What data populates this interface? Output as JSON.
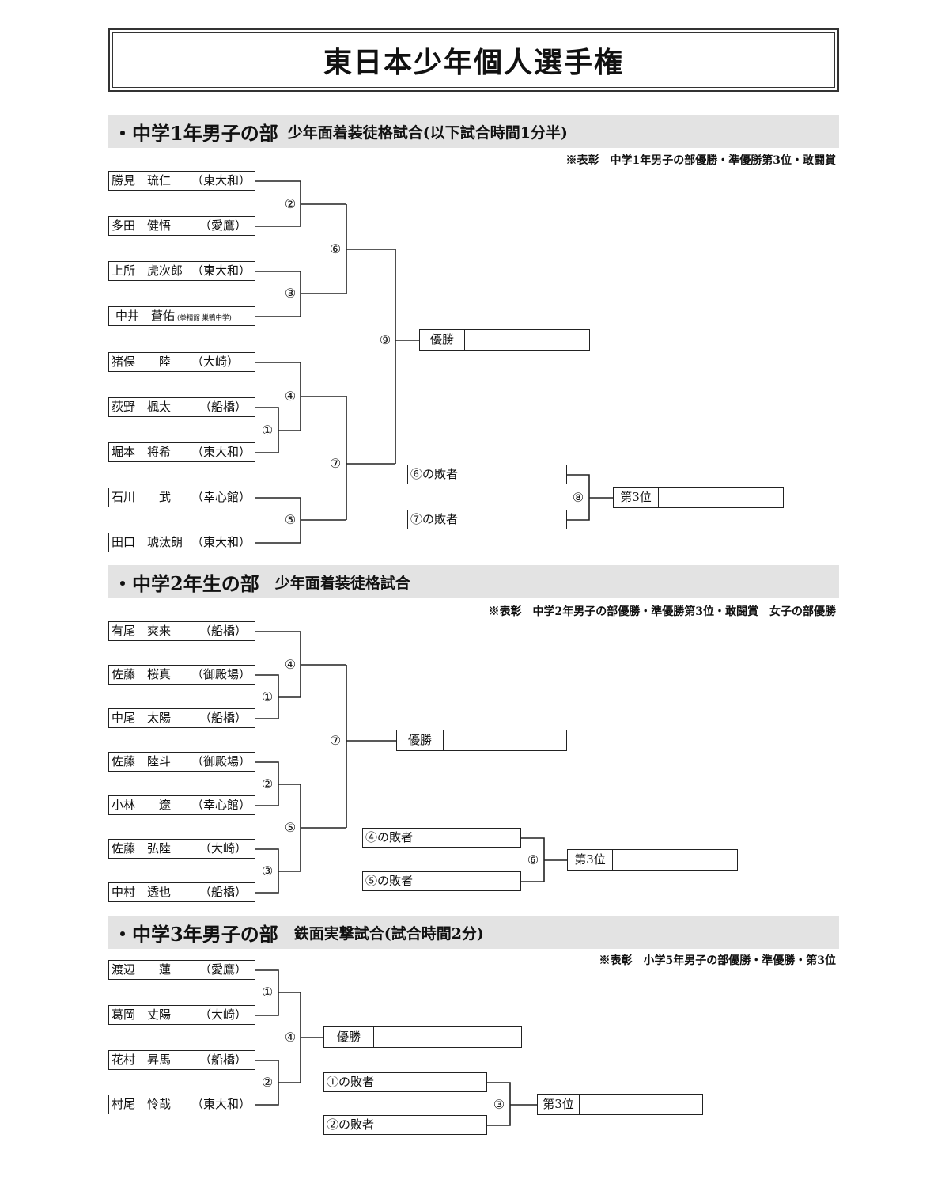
{
  "title": "東日本少年個人選手権",
  "sections": [
    {
      "bullet": "・",
      "heading": "中学1年男子の部",
      "subheading": "少年面着装徒格試合(以下試合時間1分半)",
      "award": "※表彰　中学1年男子の部優勝・準優勝第3位・敢闘賞",
      "players": [
        {
          "name": "勝見　琉仁",
          "team": "（東大和）"
        },
        {
          "name": "多田　健悟",
          "team": "（愛鷹）"
        },
        {
          "name": "上所　虎次郎",
          "team": "（東大和）"
        },
        {
          "name": "中井　蒼佑",
          "team": "(拳精館 巣鴨中学)"
        },
        {
          "name": "猪俣　　陸",
          "team": "（大崎）"
        },
        {
          "name": "荻野　楓太",
          "team": "（船橋）"
        },
        {
          "name": "堀本　将希",
          "team": "（東大和）"
        },
        {
          "name": "石川　　武",
          "team": "（幸心館）"
        },
        {
          "name": "田口　琥汰朗",
          "team": "（東大和）"
        }
      ],
      "matches": [
        "①",
        "②",
        "③",
        "④",
        "⑤",
        "⑥",
        "⑦",
        "⑧",
        "⑨"
      ],
      "winner_label": "優勝",
      "third_label": "第3位",
      "losers": [
        "⑥の敗者",
        "⑦の敗者"
      ]
    },
    {
      "bullet": "・",
      "heading": "中学2年生の部",
      "subheading": "少年面着装徒格試合",
      "award": "※表彰　中学2年男子の部優勝・準優勝第3位・敢闘賞　女子の部優勝",
      "players": [
        {
          "name": "有尾　爽来",
          "team": "（船橋）"
        },
        {
          "name": "佐藤　桜真",
          "team": "（御殿場）"
        },
        {
          "name": "中尾　太陽",
          "team": "（船橋）"
        },
        {
          "name": "佐藤　陸斗",
          "team": "（御殿場）"
        },
        {
          "name": "小林　　遼",
          "team": "（幸心館）"
        },
        {
          "name": "佐藤　弘陸",
          "team": "（大崎）"
        },
        {
          "name": "中村　透也",
          "team": "（船橋）"
        }
      ],
      "matches": [
        "①",
        "②",
        "③",
        "④",
        "⑤",
        "⑥",
        "⑦"
      ],
      "winner_label": "優勝",
      "third_label": "第3位",
      "losers": [
        "④の敗者",
        "⑤の敗者"
      ]
    },
    {
      "bullet": "・",
      "heading": "中学3年男子の部",
      "subheading": "鉄面実撃試合(試合時間2分)",
      "award": "※表彰　小学5年男子の部優勝・準優勝・第3位",
      "players": [
        {
          "name": "渡辺　　蓮",
          "team": "（愛鷹）"
        },
        {
          "name": "葛岡　丈陽",
          "team": "（大崎）"
        },
        {
          "name": "花村　昇馬",
          "team": "（船橋）"
        },
        {
          "name": "村尾　怜哉",
          "team": "（東大和）"
        }
      ],
      "matches": [
        "①",
        "②",
        "③",
        "④"
      ],
      "winner_label": "優勝",
      "third_label": "第3位",
      "losers": [
        "①の敗者",
        "②の敗者"
      ]
    }
  ]
}
